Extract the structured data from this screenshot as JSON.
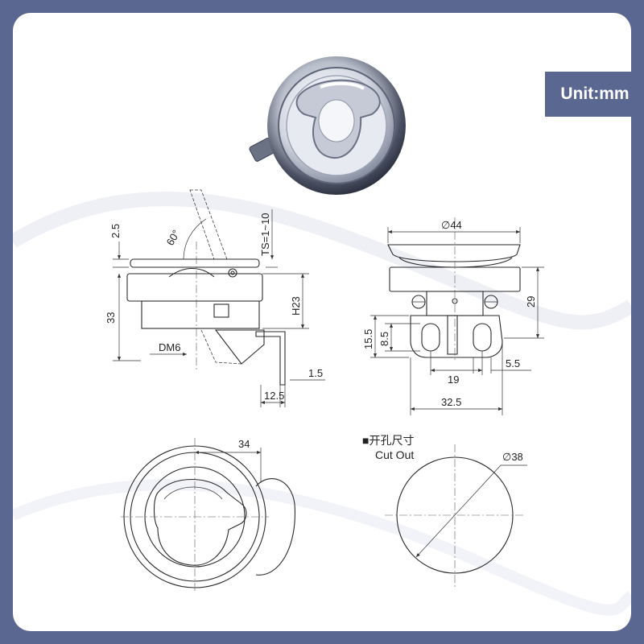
{
  "unit_badge": "Unit:mm",
  "side_view": {
    "dim_top": "2.5",
    "angle": "60°",
    "ts": "TS=1~10",
    "dim_height": "33",
    "dim_h23": "H23",
    "thread": "DM6",
    "dim_tab": "1.5",
    "dim_offset": "12.5"
  },
  "front_view": {
    "dim_diameter": "∅44",
    "dim_height": "29",
    "dim_15_5": "15.5",
    "dim_8_5": "8.5",
    "dim_5_5": "5.5",
    "dim_19": "19",
    "dim_32_5": "32.5"
  },
  "top_view": {
    "dim_34": "34"
  },
  "cutout": {
    "title_cn": "■开孔尺寸",
    "title_en": "Cut Out",
    "dim_diameter": "∅38"
  },
  "colors": {
    "frame": "#5a6790",
    "badge": "#5a6790",
    "ink": "#2a2a2a"
  }
}
